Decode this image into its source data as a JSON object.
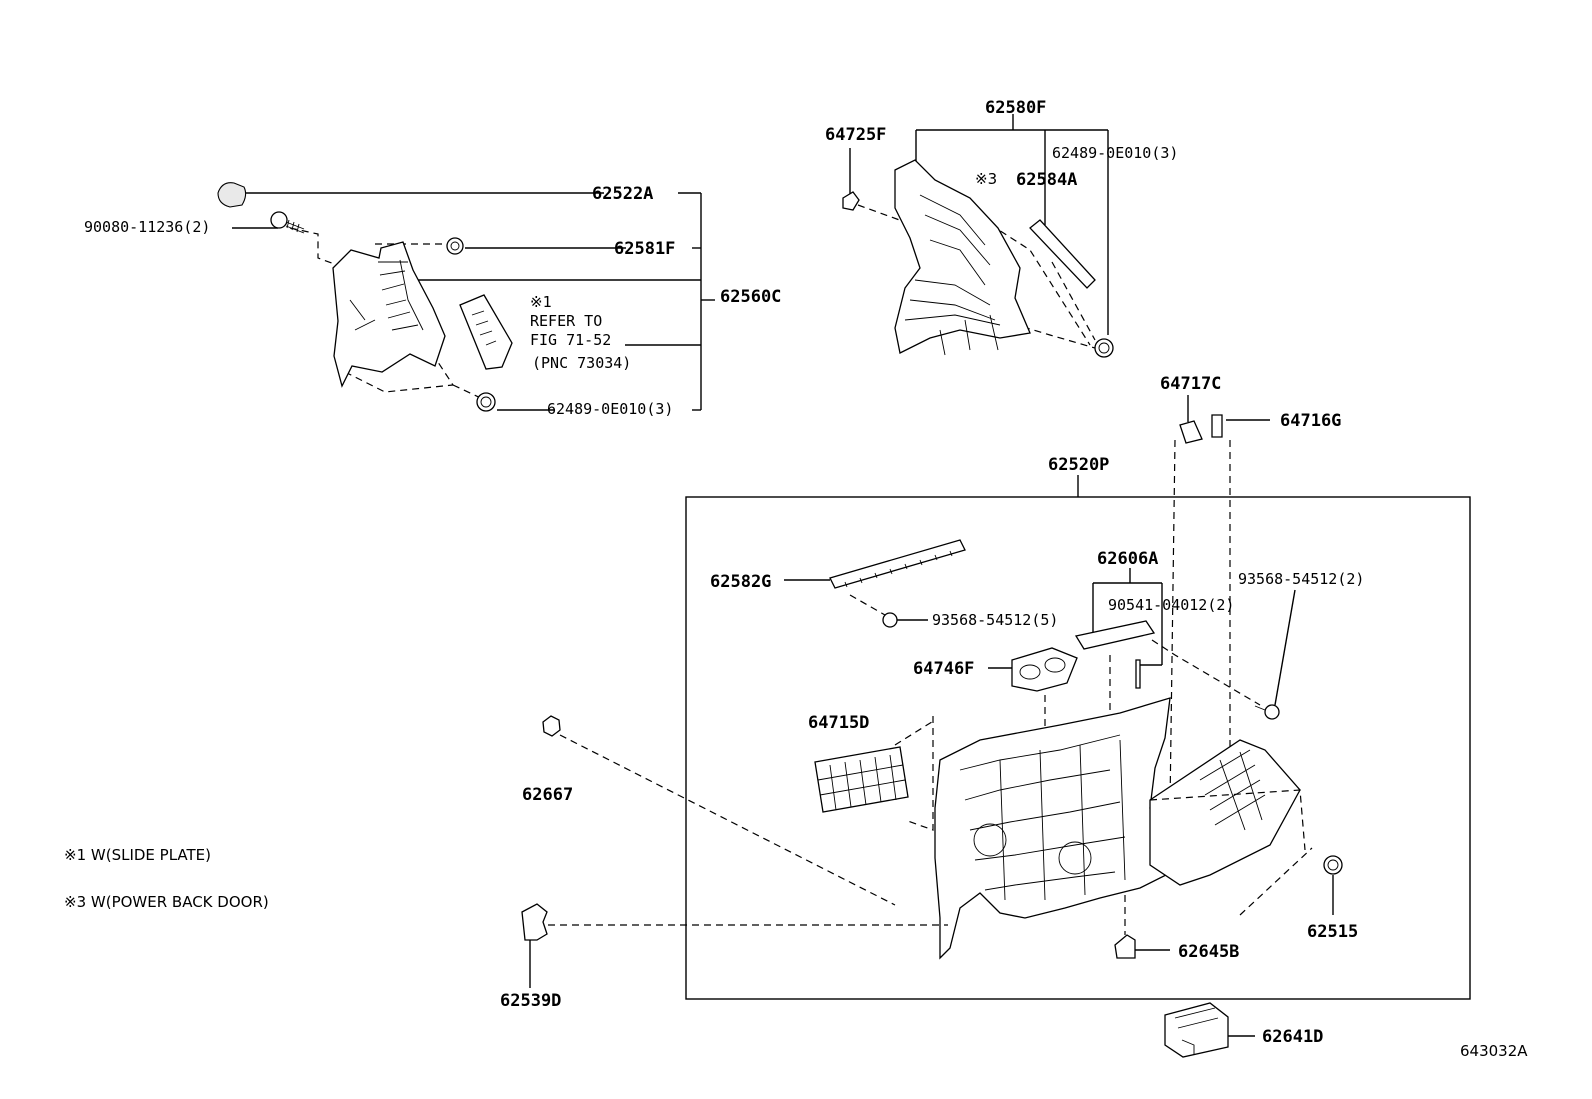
{
  "labels": {
    "p62580F": "62580F",
    "p64725F": "64725F",
    "p62489_top": "62489-0E010(3)",
    "mark3_top": "※3",
    "p62584A": "62584A",
    "p62522A": "62522A",
    "p90080": "90080-11236(2)",
    "p62581F": "62581F",
    "p62560C": "62560C",
    "mark1": "※1",
    "refer_to": "REFER TO",
    "fig": "FIG 71-52",
    "pnc": "(PNC 73034)",
    "p62489_left": "62489-0E010(3)",
    "p64717C": "64717C",
    "p64716G": "64716G",
    "p62520P": "62520P",
    "p62582G": "62582G",
    "p62606A": "62606A",
    "p93568_5": "93568-54512(5)",
    "p90541": "90541-04012(2)",
    "p93568_2": "93568-54512(2)",
    "p64746F": "64746F",
    "p64715D": "64715D",
    "p62667": "62667",
    "p62515": "62515",
    "p62645B": "62645B",
    "p62539D": "62539D",
    "p62641D": "62641D"
  },
  "notes": {
    "note1": "※1 W(SLIDE PLATE)",
    "note3": "※3 W(POWER BACK DOOR)"
  },
  "figure_id": "643032A"
}
